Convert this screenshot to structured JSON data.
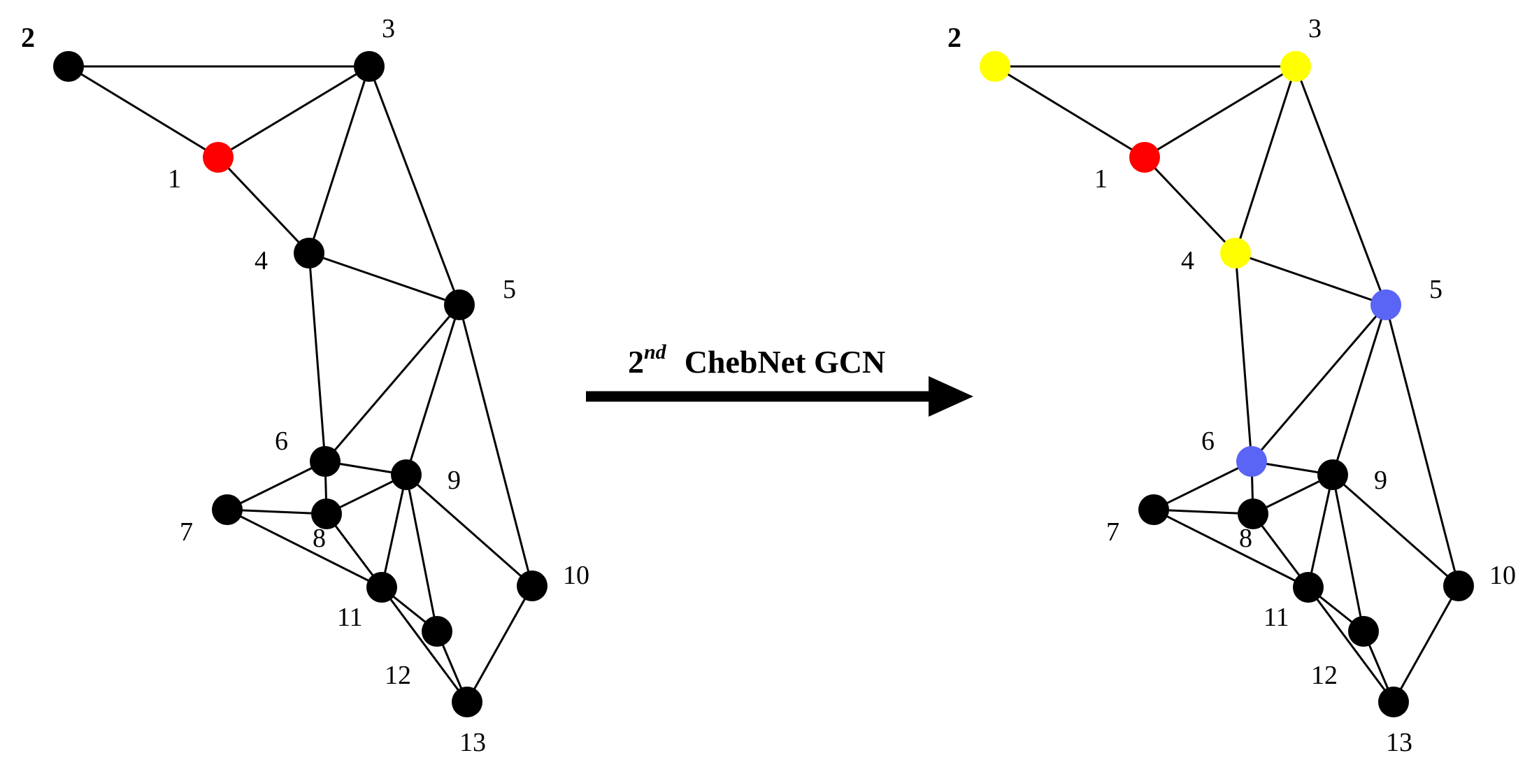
{
  "colors": {
    "background": "#ffffff",
    "default_node": "#000000",
    "target_node": "#ff0000",
    "one_hop_node": "#ffff00",
    "two_hop_node": "#5a64f5",
    "edge": "#000000"
  },
  "arrow": {
    "ordinal": "2",
    "suffix": "nd",
    "label": "ChebNet GCN"
  },
  "graph": {
    "nodes": [
      "1",
      "2",
      "3",
      "4",
      "5",
      "6",
      "7",
      "8",
      "9",
      "10",
      "11",
      "12",
      "13"
    ],
    "edges": [
      [
        "2",
        "3"
      ],
      [
        "2",
        "1"
      ],
      [
        "1",
        "3"
      ],
      [
        "1",
        "4"
      ],
      [
        "3",
        "4"
      ],
      [
        "3",
        "5"
      ],
      [
        "4",
        "5"
      ],
      [
        "4",
        "6"
      ],
      [
        "5",
        "6"
      ],
      [
        "5",
        "9"
      ],
      [
        "5",
        "10"
      ],
      [
        "6",
        "9"
      ],
      [
        "6",
        "7"
      ],
      [
        "6",
        "8"
      ],
      [
        "7",
        "8"
      ],
      [
        "7",
        "11"
      ],
      [
        "8",
        "9"
      ],
      [
        "8",
        "11"
      ],
      [
        "9",
        "11"
      ],
      [
        "9",
        "12"
      ],
      [
        "9",
        "10"
      ],
      [
        "11",
        "12"
      ],
      [
        "11",
        "13"
      ],
      [
        "12",
        "13"
      ],
      [
        "10",
        "13"
      ]
    ]
  },
  "left_graph": {
    "node_colors": {
      "1": "target_node"
    }
  },
  "right_graph": {
    "node_colors": {
      "1": "target_node",
      "2": "one_hop_node",
      "3": "one_hop_node",
      "4": "one_hop_node",
      "5": "two_hop_node",
      "6": "two_hop_node"
    }
  }
}
